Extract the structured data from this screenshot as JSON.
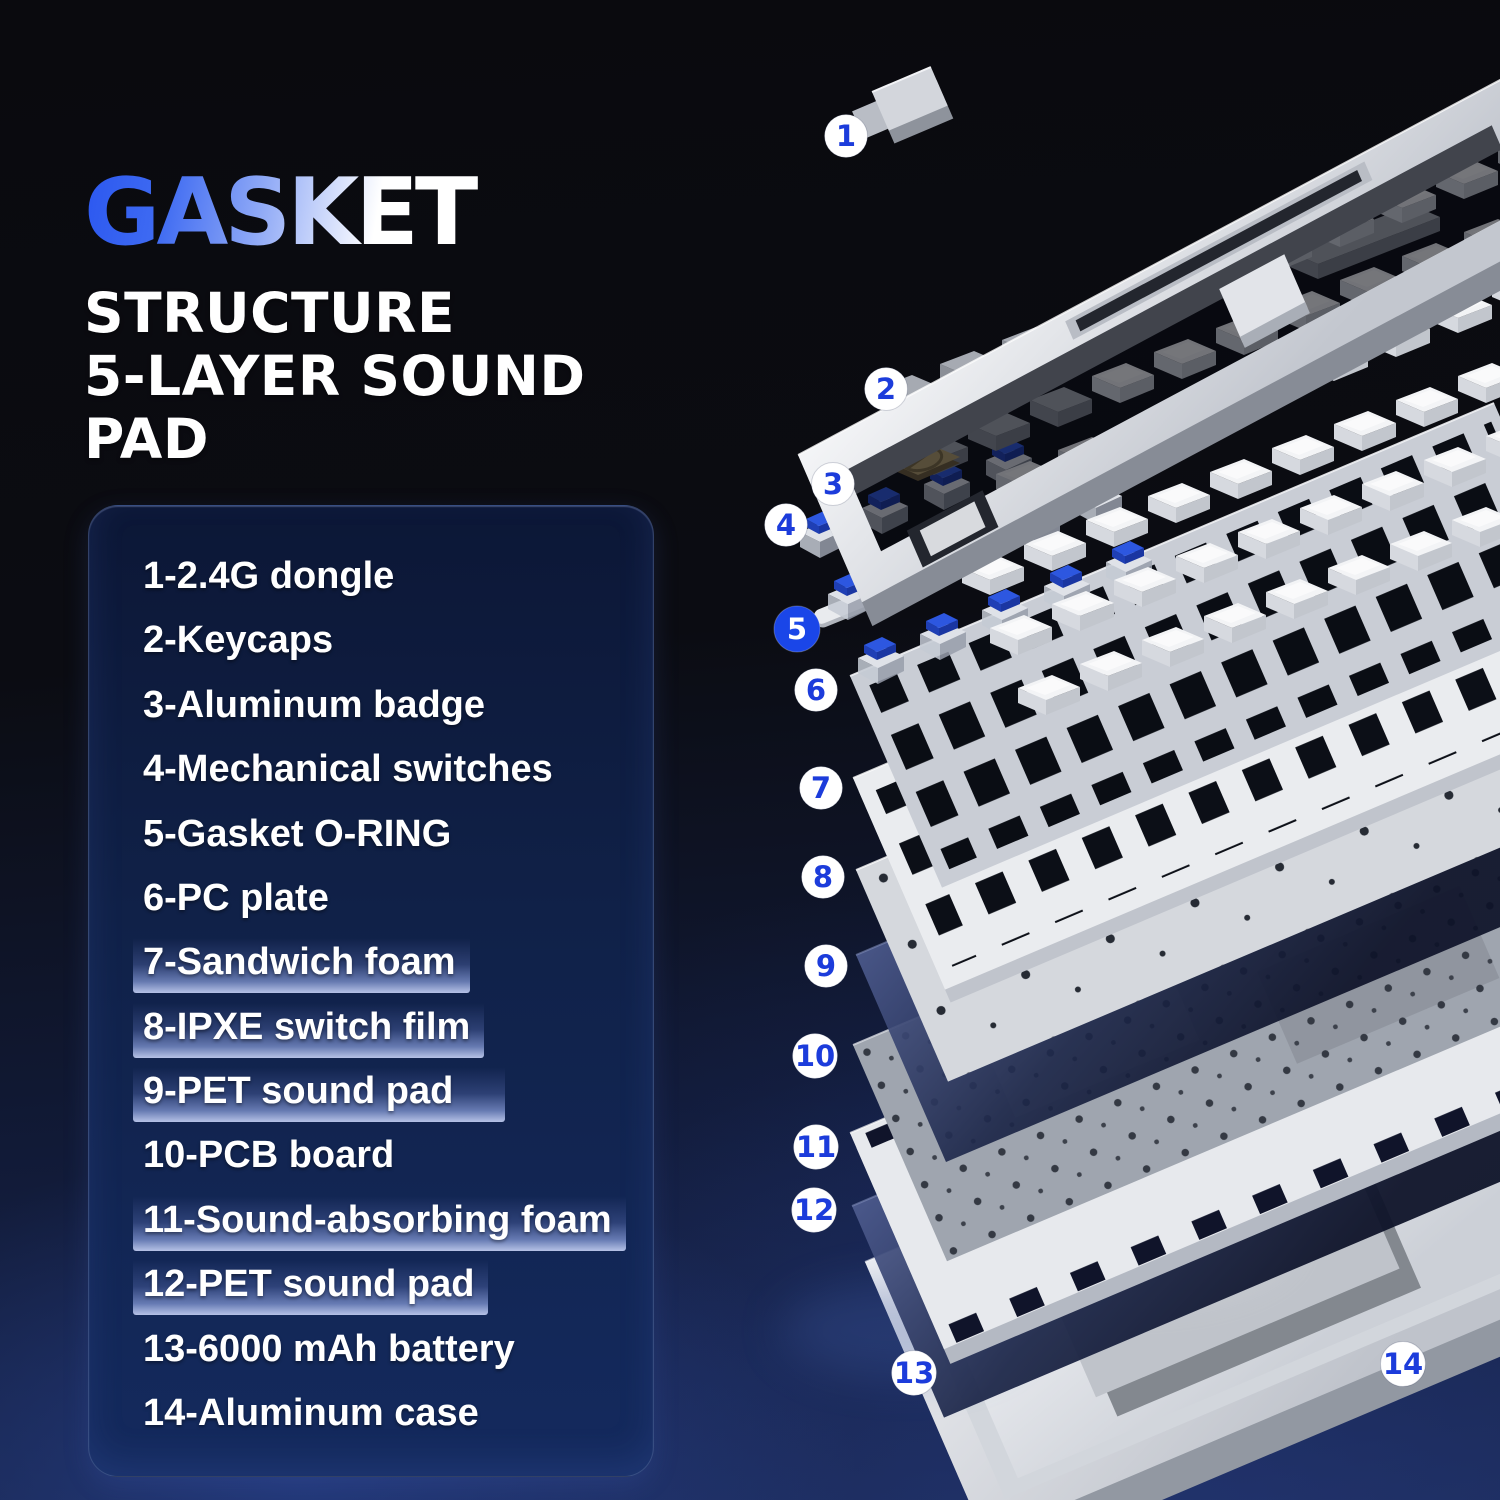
{
  "header": {
    "brand": "GASKET",
    "subtitle_lines": [
      "STRUCTURE",
      "5-LAYER SOUND",
      "PAD"
    ]
  },
  "parts": {
    "items": [
      {
        "num": "1",
        "label": "1-2.4G dongle",
        "highlighted": false
      },
      {
        "num": "2",
        "label": "2-Keycaps",
        "highlighted": false
      },
      {
        "num": "3",
        "label": "3-Aluminum badge",
        "highlighted": false
      },
      {
        "num": "4",
        "label": "4-Mechanical switches",
        "highlighted": false
      },
      {
        "num": "5",
        "label": "5-Gasket O-RING",
        "highlighted": false
      },
      {
        "num": "6",
        "label": "6-PC plate",
        "highlighted": false
      },
      {
        "num": "7",
        "label": "7-Sandwich foam",
        "highlighted": true
      },
      {
        "num": "8",
        "label": "8-IPXE switch film",
        "highlighted": true
      },
      {
        "num": "9",
        "label": "9-PET sound pad",
        "highlighted": true
      },
      {
        "num": "10",
        "label": "10-PCB board",
        "highlighted": false
      },
      {
        "num": "11",
        "label": "11-Sound-absorbing foam",
        "highlighted": true
      },
      {
        "num": "12",
        "label": "12-PET sound pad",
        "highlighted": true
      },
      {
        "num": "13",
        "label": "13-6000 mAh battery",
        "highlighted": false
      },
      {
        "num": "14",
        "label": "14-Aluminum case",
        "highlighted": false
      }
    ]
  },
  "diagram": {
    "badges": [
      "1",
      "2",
      "3",
      "4",
      "5",
      "6",
      "7",
      "8",
      "9",
      "10",
      "11",
      "12",
      "13",
      "14"
    ],
    "highlighted_badge": "5"
  },
  "colors": {
    "accent_blue": "#1a46e8",
    "badge_number_blue": "#1c3cdb",
    "panel_navy": "#102148",
    "highlight_bar": "#bcc8ee",
    "switch_blue": "#2d57e0"
  }
}
